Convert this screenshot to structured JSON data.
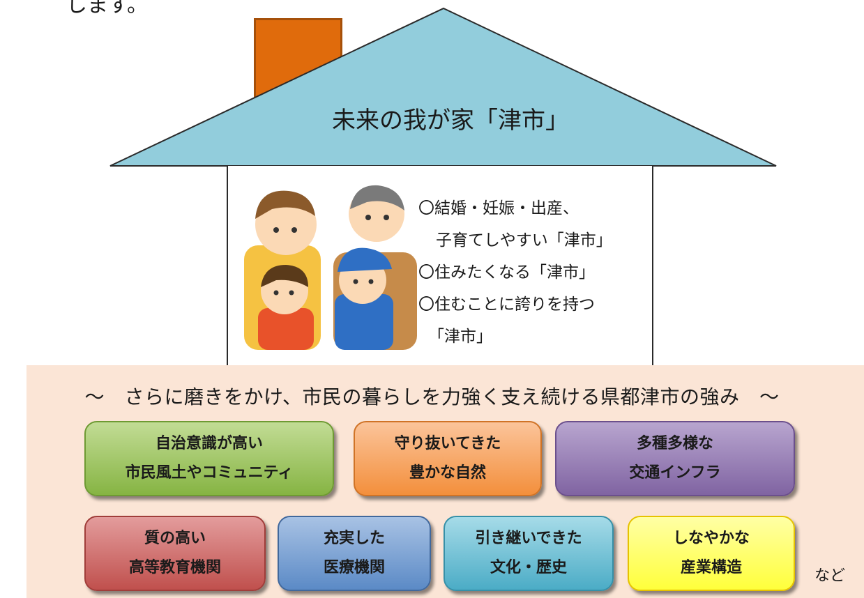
{
  "top_text": "します。",
  "house": {
    "title": "未来の我が家「津市」",
    "goals": [
      "〇結婚・妊娠・出産、",
      "子育てしやすい「津市」",
      "〇住みたくなる「津市」",
      "〇住むことに誇りを持つ",
      "「津市」"
    ]
  },
  "strengths": {
    "heading": "～　さらに磨きをかけ、市民の暮らしを力強く支え続ける県都津市の強み　～",
    "row1": [
      {
        "line1": "自治意識が高い",
        "line2": "市民風土やコミュニティ",
        "color": "#9bbb59"
      },
      {
        "line1": "守り抜いてきた",
        "line2": "豊かな自然",
        "color": "#f79646"
      },
      {
        "line1": "多種多様な",
        "line2": "交通インフラ",
        "color": "#8064a2"
      }
    ],
    "row2": [
      {
        "line1": "質の高い",
        "line2": "高等教育機関",
        "color": "#c0504d"
      },
      {
        "line1": "充実した",
        "line2": "医療機関",
        "color": "#4f81bd"
      },
      {
        "line1": "引き継いできた",
        "line2": "文化・歴史",
        "color": "#4bacc6"
      },
      {
        "line1": "しなやかな",
        "line2": "産業構造",
        "color": "#ffff00"
      }
    ],
    "suffix": "など"
  },
  "colors": {
    "roof": "#92cddc",
    "chimney": "#e36c09",
    "panel": "#fbe5d6"
  }
}
